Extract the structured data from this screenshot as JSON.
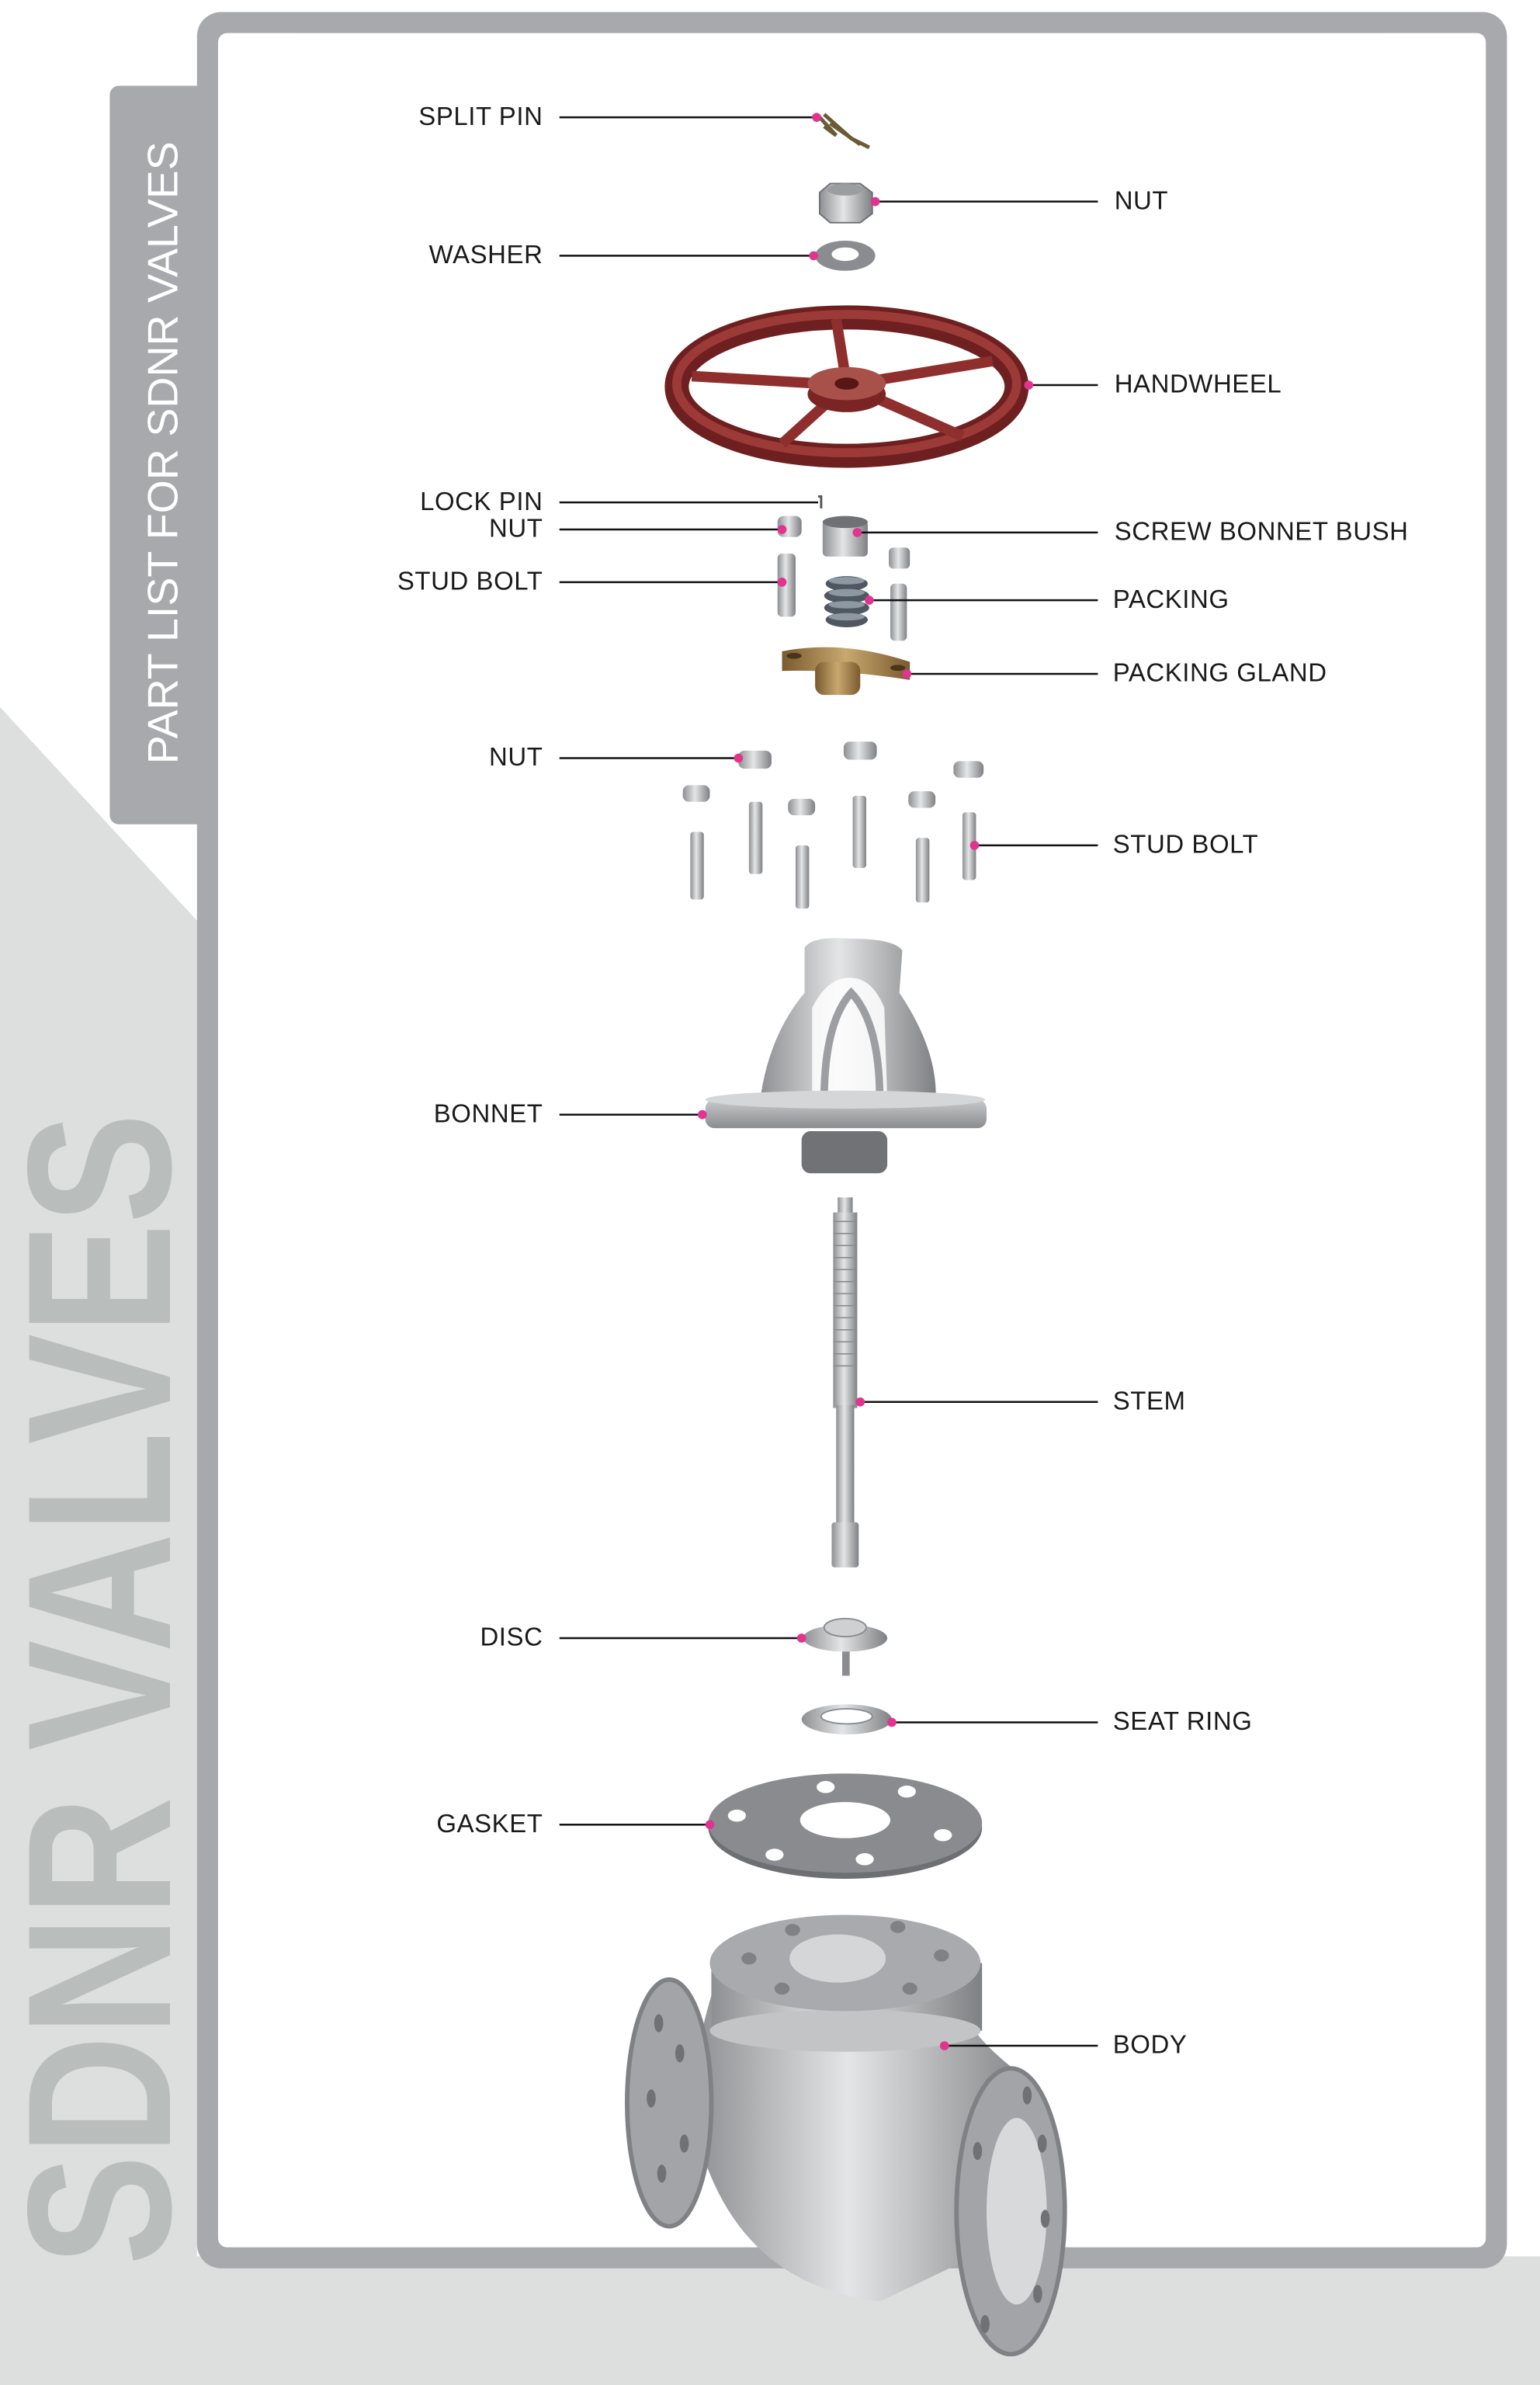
{
  "side_tab": {
    "title": "PART LIST FOR SDNR VALVES"
  },
  "watermark": {
    "text": "SDNR VALVES"
  },
  "parts": {
    "split_pin": "SPLIT PIN",
    "nut_top": "NUT",
    "washer": "WASHER",
    "handwheel": "HANDWHEEL",
    "lock_pin": "LOCK PIN",
    "nut_lock": "NUT",
    "screw_bonnet_bush": "SCREW BONNET BUSH",
    "stud_bolt_upper": "STUD BOLT",
    "packing": "PACKING",
    "packing_gland": "PACKING GLAND",
    "nut_lower": "NUT",
    "stud_bolt_lower": "STUD BOLT",
    "bonnet": "BONNET",
    "stem": "STEM",
    "disc": "DISC",
    "seat_ring": "SEAT RING",
    "gasket": "GASKET",
    "body": "BODY"
  },
  "colors": {
    "frame": "#a7a9ac",
    "background_gray": "#dcdfde",
    "watermark": "#b9bdbc",
    "leader_dot": "#e0348f",
    "handwheel": "#7c2424",
    "bronze": "#9a7a4a"
  }
}
